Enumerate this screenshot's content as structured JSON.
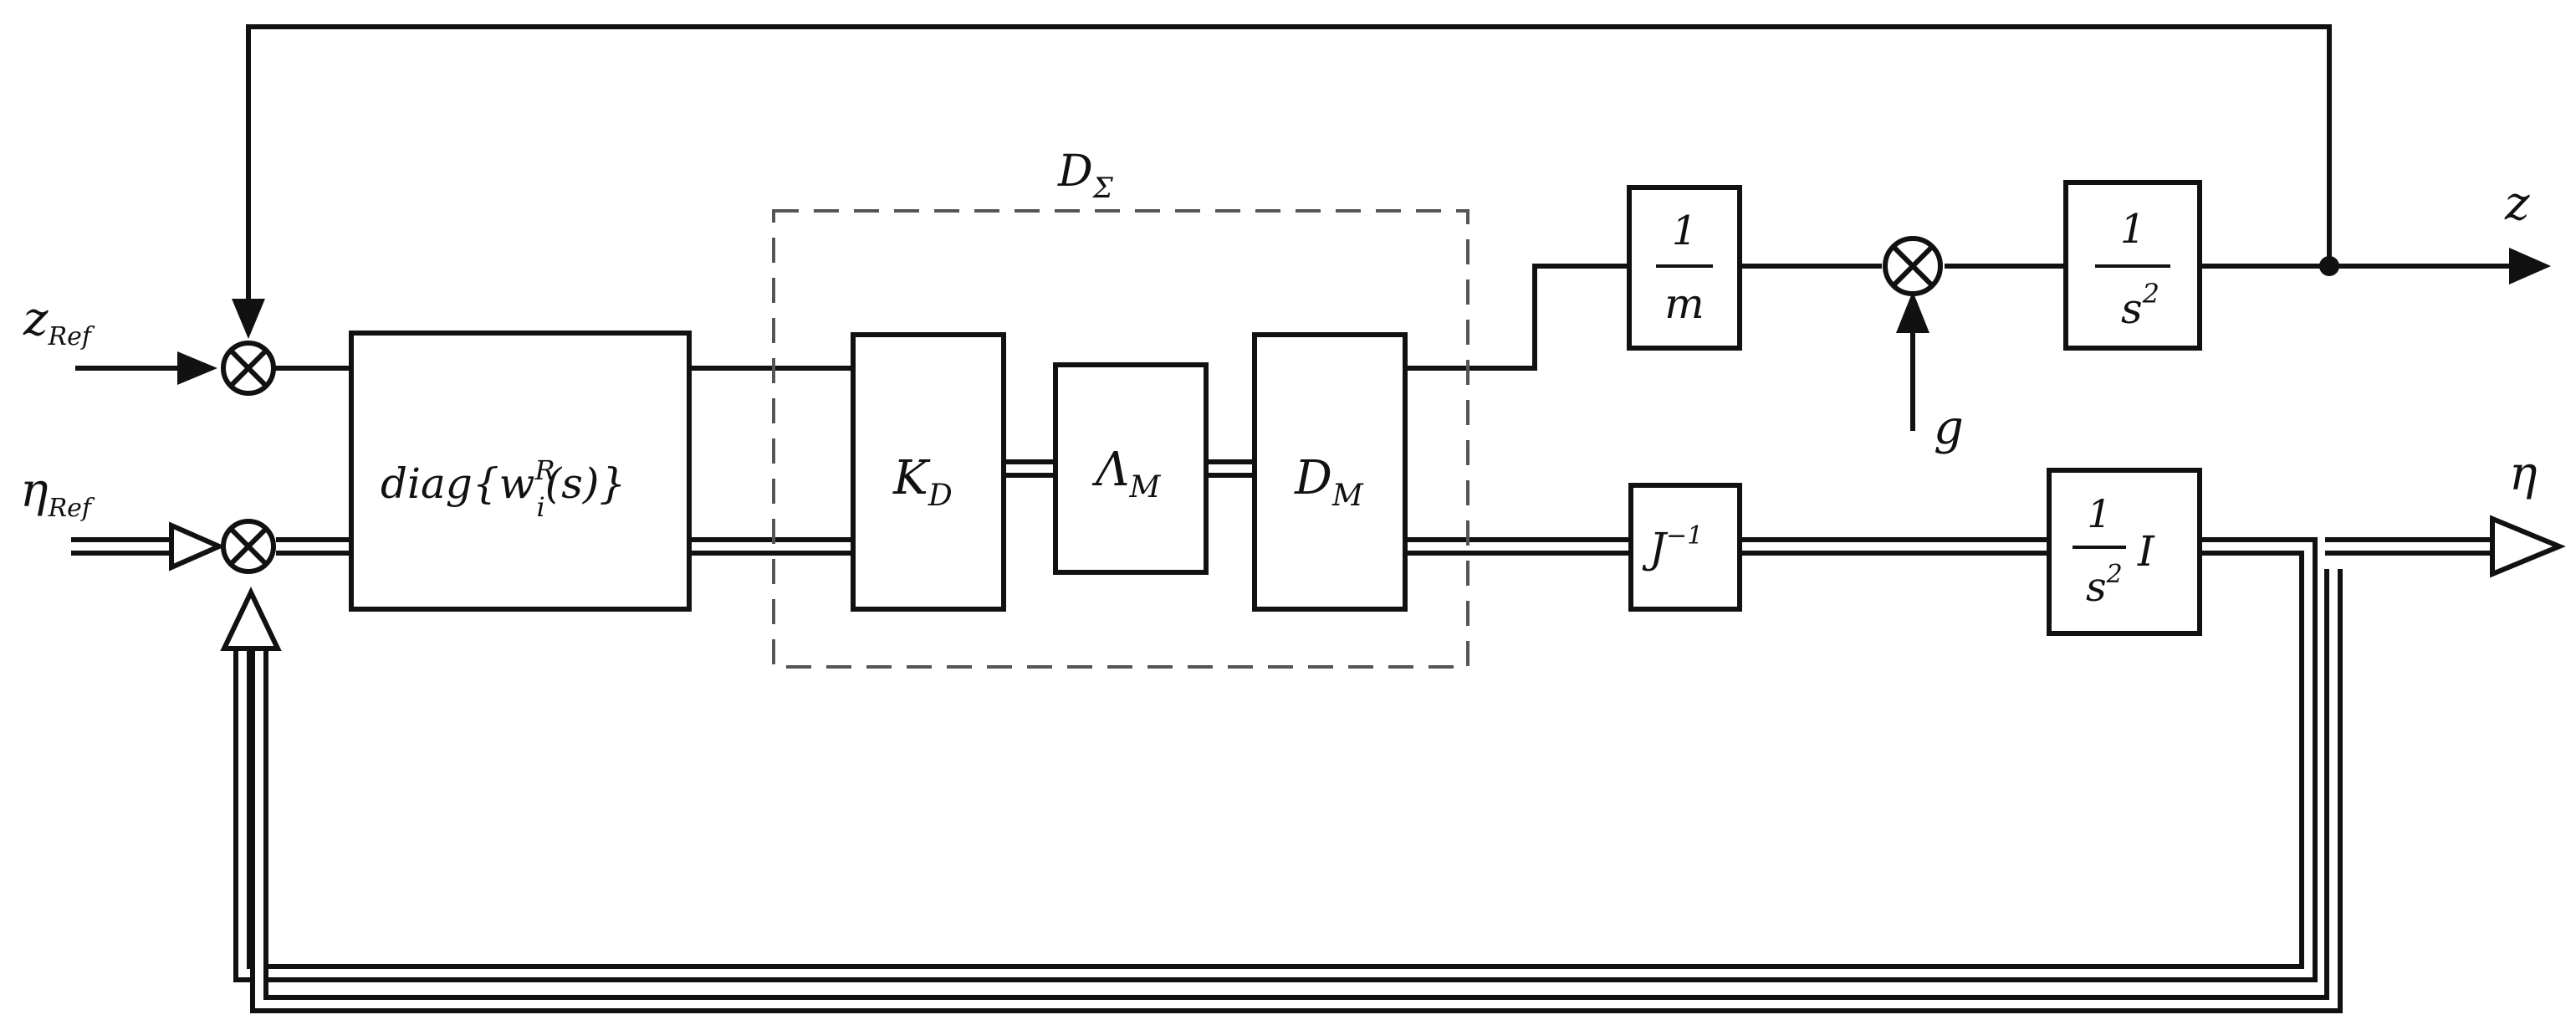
{
  "labels": {
    "z_ref_main": "z",
    "z_ref_sub": "Ref",
    "eta_ref_main": "η",
    "eta_ref_sub": "Ref",
    "z_out": "z",
    "eta_out": "η",
    "g": "g",
    "d_sigma_main": "D",
    "d_sigma_sub": "Σ"
  },
  "blocks": {
    "controller": {
      "pre": "diag{w",
      "sub": "i",
      "sup": "R",
      "post": "(s)}"
    },
    "kd": {
      "main": "K",
      "sub": "D"
    },
    "lambda_m": {
      "main": "Λ",
      "sub": "M"
    },
    "dm": {
      "main": "D",
      "sub": "M"
    },
    "one_over_m": {
      "num": "1",
      "den": "m"
    },
    "one_over_s2_top": {
      "num": "1",
      "den": "s",
      "den_sup": "2"
    },
    "j_inv": {
      "main": "J",
      "sup": "−1"
    },
    "one_over_s2_i": {
      "num": "1",
      "den": "s",
      "den_sup": "2",
      "suffix": "I"
    }
  }
}
